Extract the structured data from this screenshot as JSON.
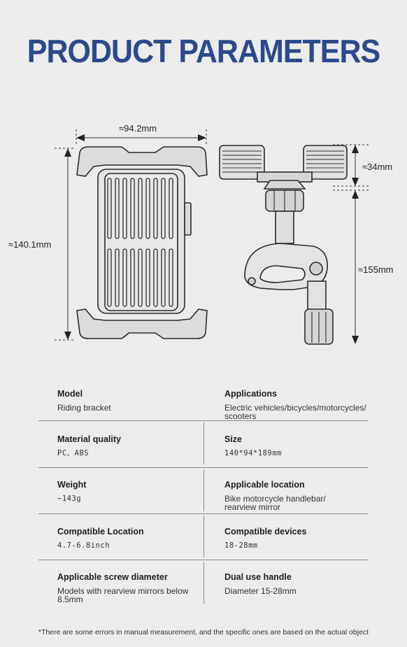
{
  "title": "PRODUCT PARAMETERS",
  "dimensions": {
    "width": "≈94.2mm",
    "height": "≈140.1mm",
    "clamp_height": "≈34mm",
    "total_height": "≈155mm"
  },
  "specs": [
    {
      "label": "Model",
      "value": "Riding bracket"
    },
    {
      "label": "Applications",
      "value": "Electric vehicles/bicycles/motorcycles/ scooters"
    },
    {
      "label": "Material quality",
      "value": "PC、ABS"
    },
    {
      "label": "Size",
      "value": "140*94*189mm"
    },
    {
      "label": "Weight",
      "value": "~143g"
    },
    {
      "label": "Applicable location",
      "value": "Bike motorcycle handlebar/ rearview mirror"
    },
    {
      "label": "Compatible Location",
      "value": "4.7-6.8inch"
    },
    {
      "label": "Compatible devices",
      "value": "18-28mm"
    },
    {
      "label": "Applicable screw diameter",
      "value": "Models with rearview mirrors below 8.5mm"
    },
    {
      "label": "Dual use handle",
      "value": "Diameter 15-28mm"
    }
  ],
  "footer": "*There are some errors in manual measurement, and the specific ones are based on the actual object"
}
